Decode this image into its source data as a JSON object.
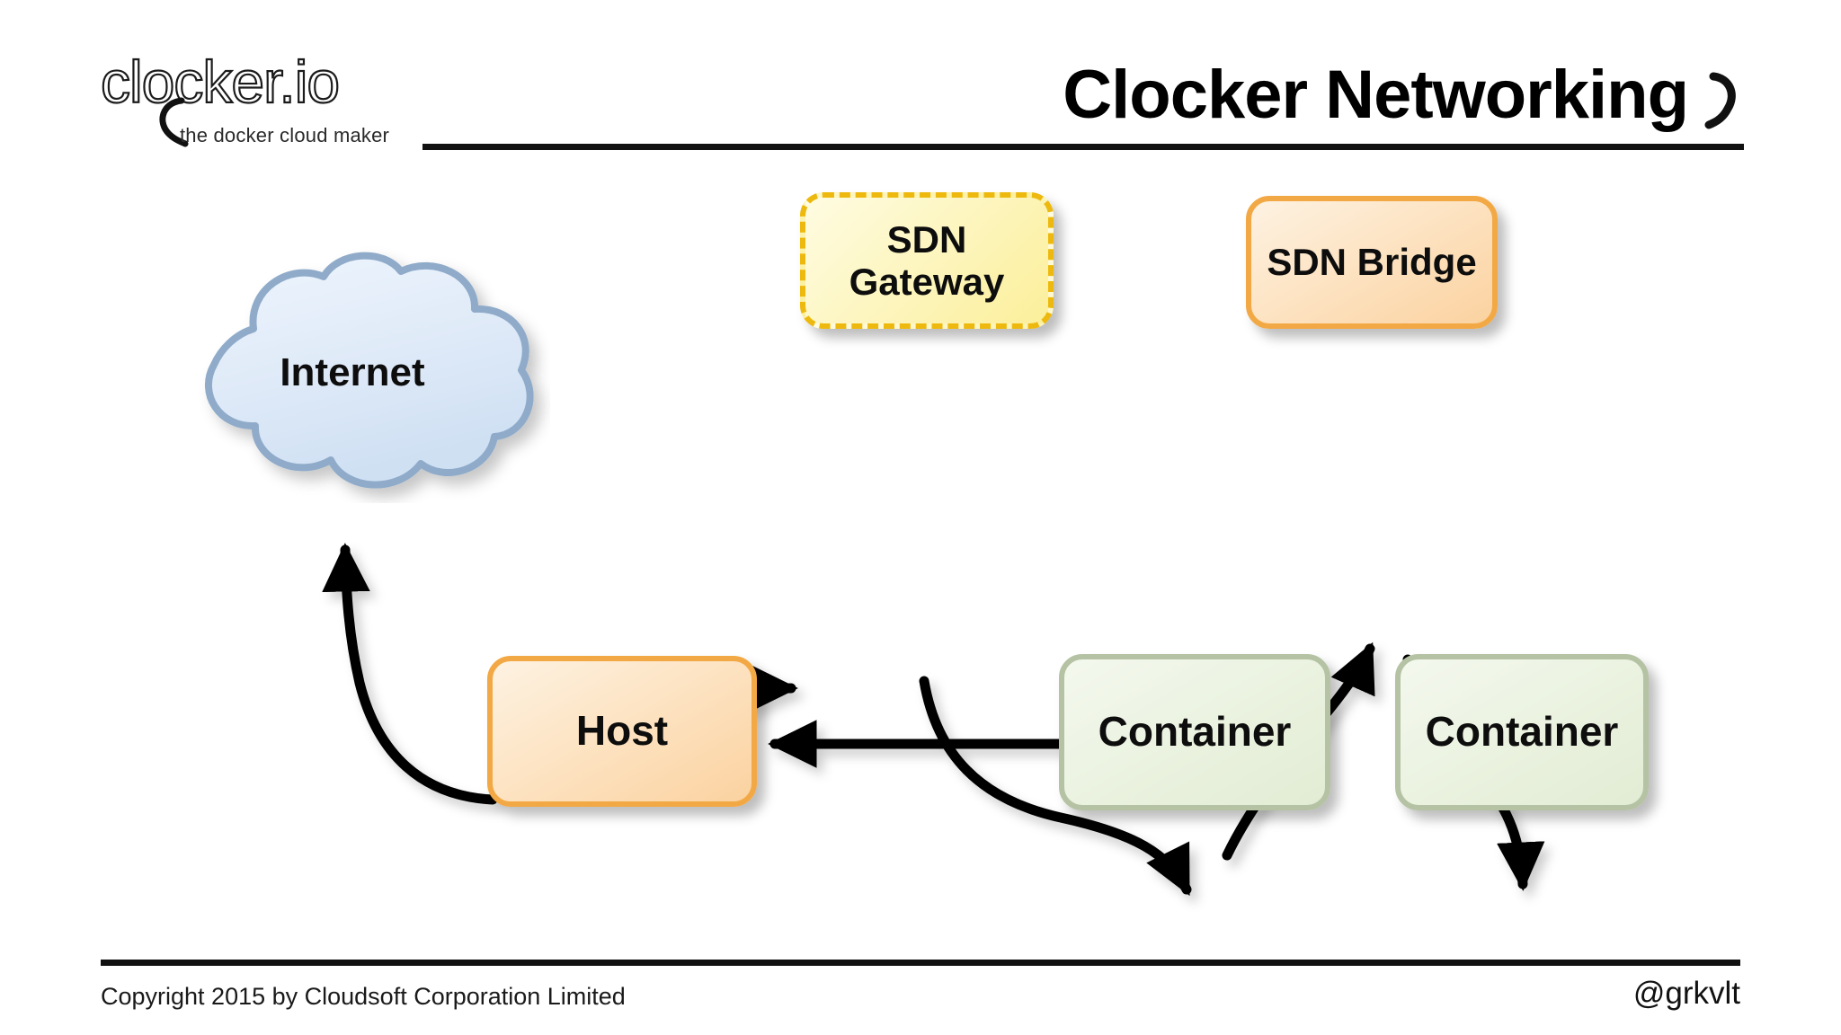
{
  "header": {
    "logo_wordmark": "clocker.io",
    "logo_tagline": "the docker cloud maker",
    "logo_hook_icon": "clocker-hook-icon",
    "page_title": "Clocker Networking",
    "title_hook_icon": "clocker-hook-icon"
  },
  "footer": {
    "copyright": "Copyright 2015 by Cloudsoft Corporation Limited",
    "handle": "@grkvlt"
  },
  "diagram": {
    "title": "Clocker Networking",
    "nodes": [
      {
        "id": "internet",
        "label": "Internet",
        "shape": "cloud",
        "fill": "#dce8f7",
        "border": "#8aa9c9"
      },
      {
        "id": "sdn-gateway",
        "label": "SDN Gateway",
        "shape": "rounded-rect-dashed",
        "fill": "#fdf6c2",
        "border": "#edb90e"
      },
      {
        "id": "sdn-bridge",
        "label": "SDN Bridge",
        "shape": "rounded-rect",
        "fill": "#fde3c2",
        "border": "#f2a945"
      },
      {
        "id": "host",
        "label": "Host",
        "shape": "rounded-rect",
        "fill": "#fde3c2",
        "border": "#f2a945"
      },
      {
        "id": "container-1",
        "label": "Container",
        "shape": "rounded-rect",
        "fill": "#eaf2df",
        "border": "#b5c2a3"
      },
      {
        "id": "container-2",
        "label": "Container",
        "shape": "rounded-rect",
        "fill": "#eaf2df",
        "border": "#b5c2a3"
      }
    ],
    "edges": [
      {
        "from": "internet",
        "to": "sdn-gateway",
        "style": "curved",
        "arrow": "end"
      },
      {
        "from": "sdn-gateway",
        "to": "container-1",
        "style": "curved",
        "arrow": "end"
      },
      {
        "from": "container-1",
        "to": "sdn-bridge",
        "style": "curved",
        "arrow": "end"
      },
      {
        "from": "sdn-bridge",
        "to": "container-2",
        "style": "curved",
        "arrow": "end"
      },
      {
        "from": "container-1",
        "to": "host",
        "style": "straight",
        "arrow": "end"
      },
      {
        "from": "host",
        "to": "internet",
        "style": "curved",
        "arrow": "end"
      }
    ],
    "edge_color": "#050505"
  }
}
